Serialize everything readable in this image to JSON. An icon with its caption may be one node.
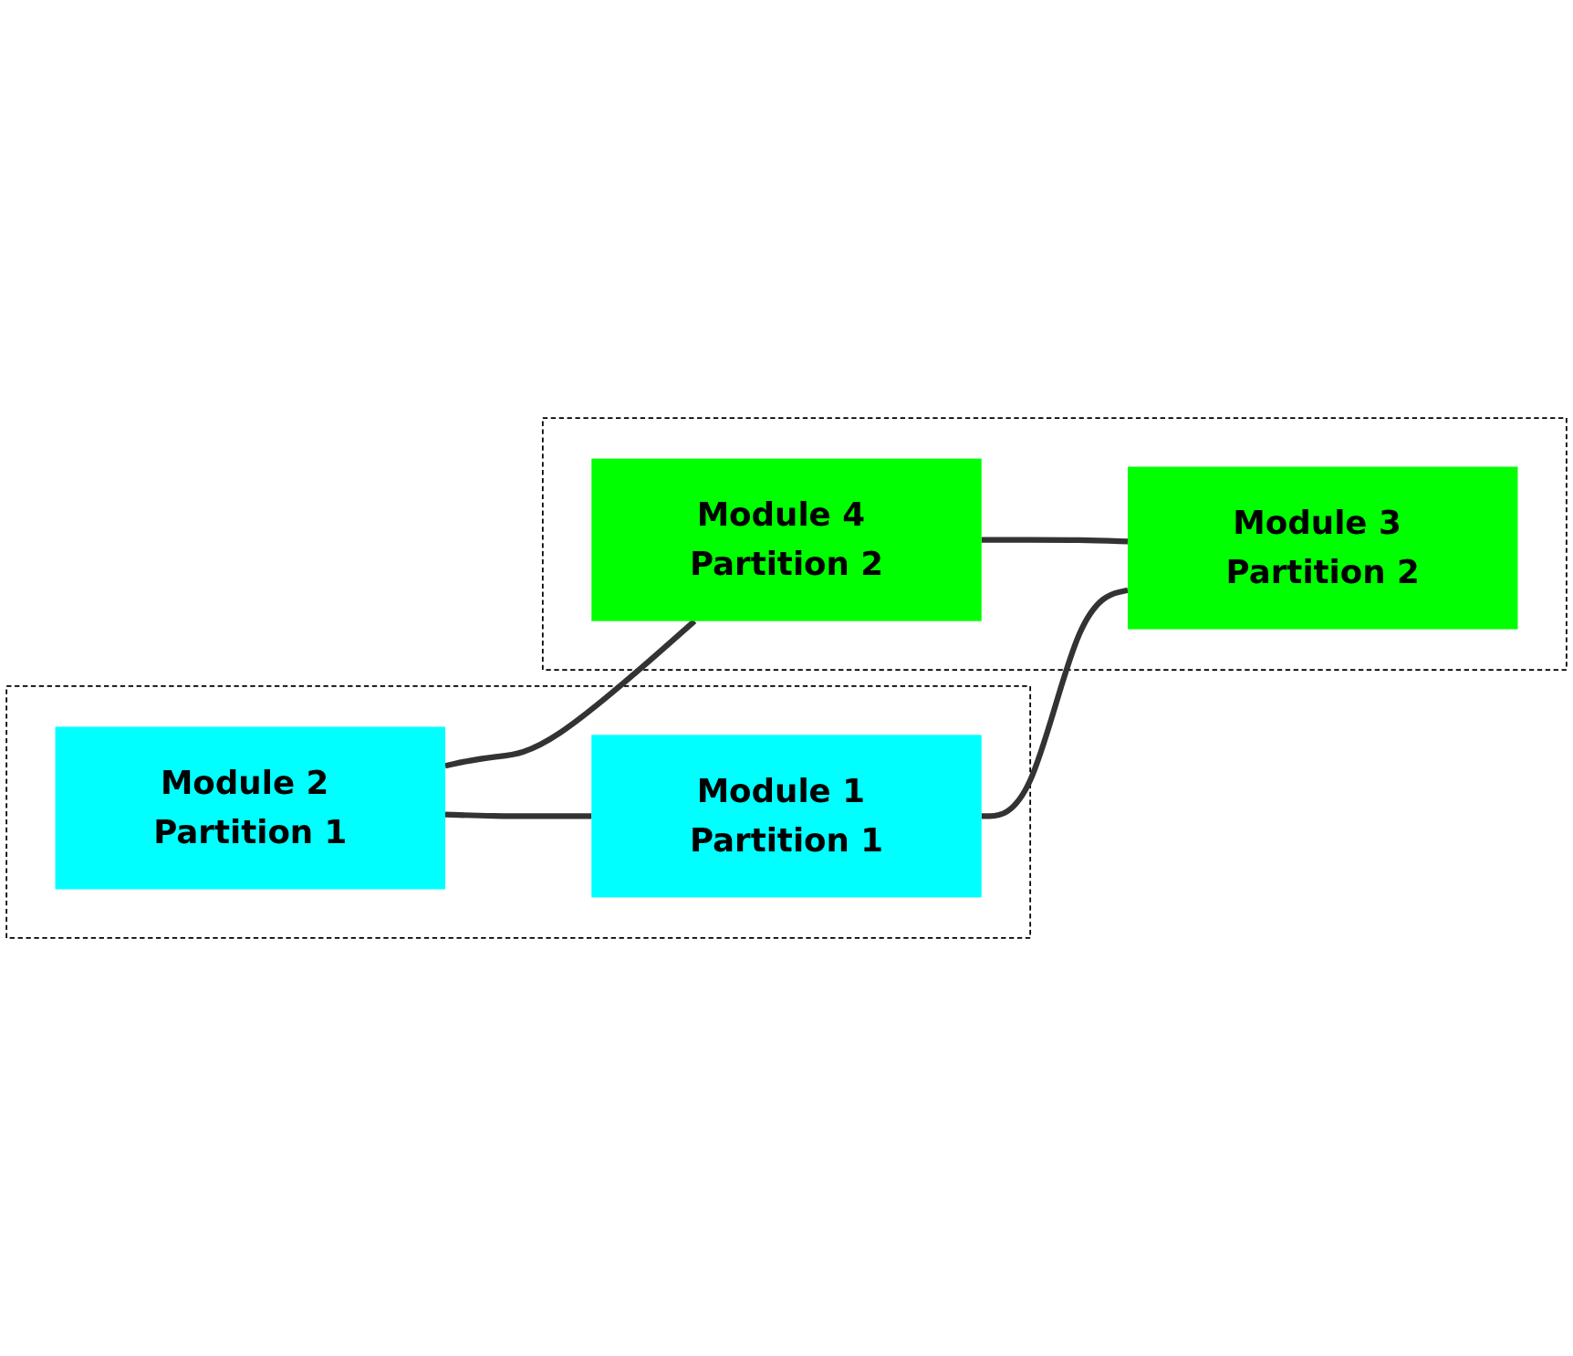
{
  "diagram": {
    "nodes": [
      {
        "text": [],
        "shape": "box"
      },
      {
        "text": [
          "Module 2 Partition 1"
        ],
        "in": 0
      },
      {
        "text": [
          "Module 1 Partition 1"
        ],
        "in": 0
      },
      {
        "text": [],
        "shape": "box"
      },
      {
        "text": [
          "Module 4 Partition 2"
        ],
        "in": 3
      },
      {
        "text": [
          "Module 3 Partition 2"
        ],
        "in": 3
      }
    ],
    "edges": [
      {
        "from": 1,
        "to": 4,
        "arrow": "none"
      },
      {
        "from": 1,
        "to": 2,
        "arrow": "none"
      },
      {
        "from": 4,
        "to": 5,
        "arrow": "none"
      },
      {
        "from": 2,
        "to": 5,
        "arrow": "none"
      }
    ]
  }
}
